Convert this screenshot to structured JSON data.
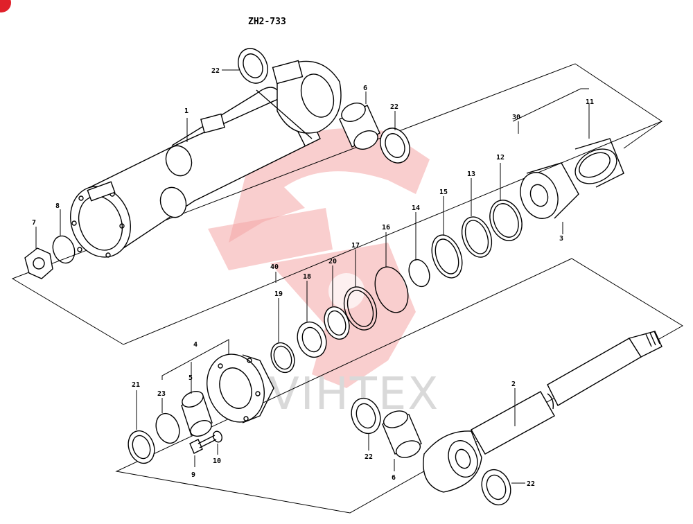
{
  "title": "ZH2-733",
  "watermark_text": "VIHTEX",
  "colors": {
    "ink": "#000000",
    "watermark": "#f4a6a6",
    "corner_badge": "#e0202a"
  },
  "labels": {
    "p1": "1",
    "p2": "2",
    "p3": "3",
    "p4": "4",
    "p5": "5",
    "p6a": "6",
    "p6b": "6",
    "p7": "7",
    "p8": "8",
    "p9": "9",
    "p10": "10",
    "p11": "11",
    "p12": "12",
    "p13": "13",
    "p14": "14",
    "p15": "15",
    "p16": "16",
    "p17": "17",
    "p18": "18",
    "p19": "19",
    "p20": "20",
    "p21": "21",
    "p22a": "22",
    "p22b": "22",
    "p22c": "22",
    "p22d": "22",
    "p23": "23",
    "p30": "30",
    "p40": "40"
  }
}
